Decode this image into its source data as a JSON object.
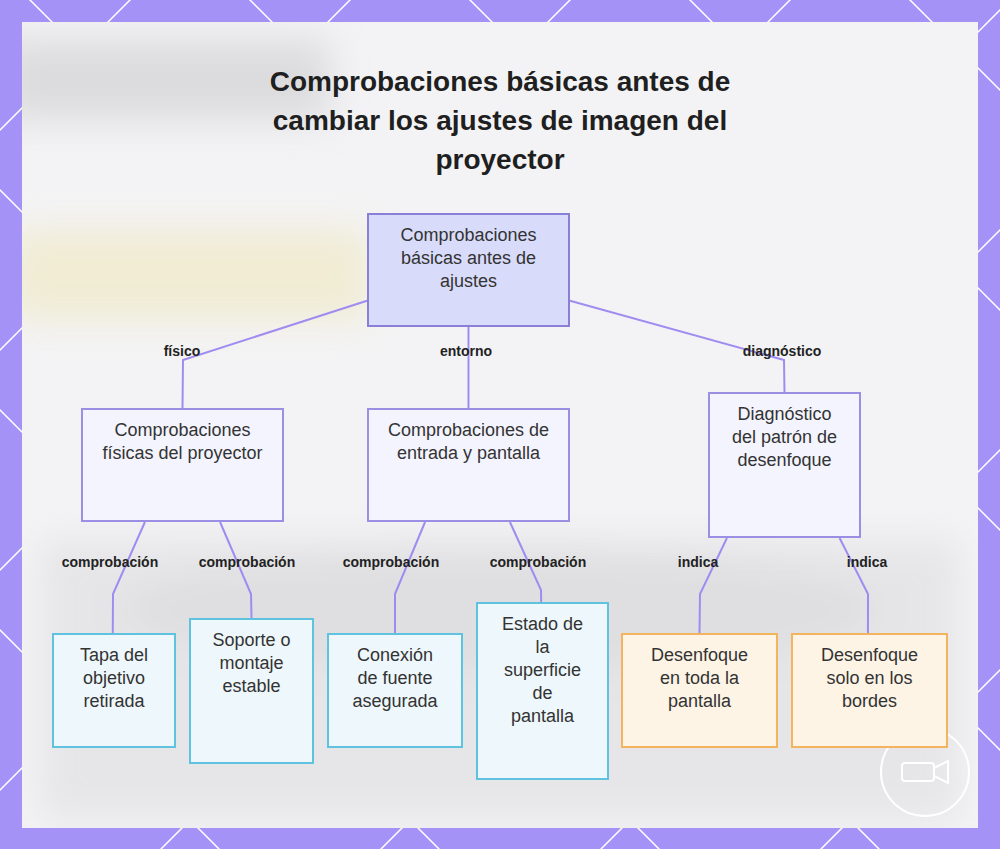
{
  "diagram": {
    "title": "Comprobaciones básicas antes de cambiar los ajustes de imagen del proyector",
    "nodes": [
      {
        "text": [
          "Comprobaciones básicas antes de ajustes"
        ]
      },
      {
        "text": [
          "Comprobaciones físicas del proyector"
        ]
      },
      {
        "text": [
          "Comprobaciones de entrada y pantalla"
        ]
      },
      {
        "text": [
          "Diagnóstico del patrón de desenfoque"
        ]
      },
      {
        "text": [
          "Tapa del objetivo retirada"
        ]
      },
      {
        "text": [
          "Soporte o montaje estable"
        ]
      },
      {
        "text": [
          "Conexión de fuente asegurada"
        ]
      },
      {
        "text": [
          "Estado de la superficie de pantalla"
        ]
      },
      {
        "text": [
          "Desenfoque en toda la pantalla"
        ]
      },
      {
        "text": [
          "Desenfoque solo en los bordes"
        ]
      }
    ],
    "edges": [
      {
        "from": 0,
        "to": 1,
        "arrow": "none",
        "label": "físico"
      },
      {
        "from": 0,
        "to": 2,
        "arrow": "none",
        "label": "entorno"
      },
      {
        "from": 0,
        "to": 3,
        "arrow": "none",
        "label": "diagnóstico"
      },
      {
        "from": 1,
        "to": 4,
        "arrow": "none",
        "label": "comprobación"
      },
      {
        "from": 1,
        "to": 5,
        "arrow": "none",
        "label": "comprobación"
      },
      {
        "from": 2,
        "to": 6,
        "arrow": "none",
        "label": "comprobación"
      },
      {
        "from": 2,
        "to": 7,
        "arrow": "none",
        "label": "comprobación"
      },
      {
        "from": 3,
        "to": 8,
        "arrow": "none",
        "label": "indica"
      },
      {
        "from": 3,
        "to": 9,
        "arrow": "none",
        "label": "indica"
      }
    ]
  }
}
